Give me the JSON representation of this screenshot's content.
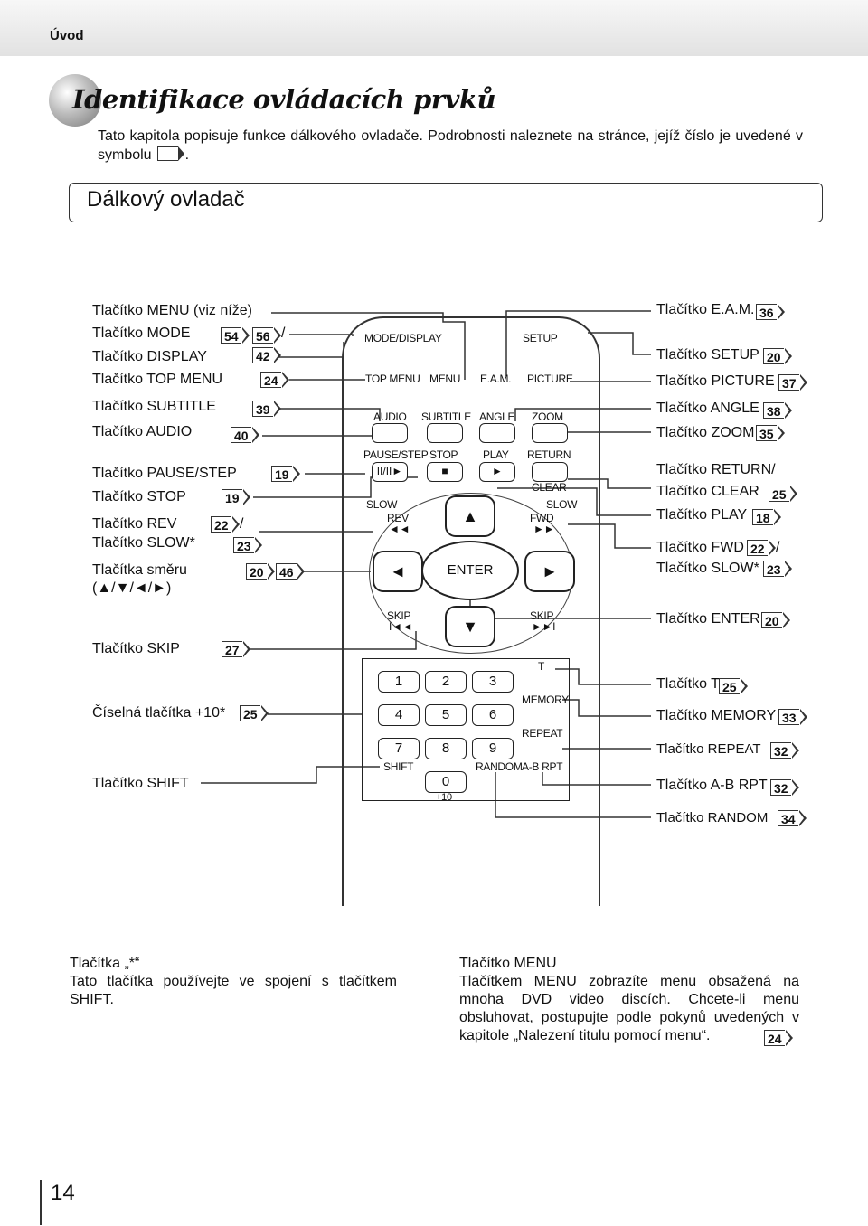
{
  "header": {
    "section": "Úvod"
  },
  "title": "Identifikace ovládacích prvků",
  "intro": {
    "before": "Tato kapitola popisuje funkce dálkového ovladače. Podrobnosti naleznete na stránce, jejíž číslo je uvedené v symbolu",
    "after": "."
  },
  "section_title": "Dálkový ovladač",
  "left_labels": {
    "menu": "Tlačítko  MENU  (viz  níže)",
    "mode": "Tlačítko  MODE",
    "display": "Tlačítko  DISPLAY",
    "top_menu": "Tlačítko  TOP  MENU",
    "subtitle": "Tlačítko  SUBTITLE",
    "audio": "Tlačítko  AUDIO",
    "pause_step": "Tlačítko  PAUSE/STEP",
    "stop": "Tlačítko  STOP",
    "rev": "Tlačítko  REV",
    "slow": "Tlačítko  SLOW*",
    "arrows": "Tlačítka  směru",
    "arrows_sub": "(▲/▼/◄/►)",
    "skip": "Tlačítko  SKIP",
    "numeric": "Číselná  tlačítka  +10*",
    "shift": "Tlačítko  SHIFT"
  },
  "right_labels": {
    "eam": "Tlačítko  E.A.M.",
    "setup": "Tlačítko  SETUP",
    "picture": "Tlačítko  PICTURE",
    "angle": "Tlačítko  ANGLE",
    "zoom": "Tlačítko  ZOOM",
    "return": "Tlačítko  RETURN/",
    "clear": "Tlačítko  CLEAR",
    "play": "Tlačítko  PLAY",
    "fwd": "Tlačítko  FWD",
    "slow": "Tlačítko  SLOW*",
    "enter": "Tlačítko  ENTER",
    "t": "Tlačítko  T",
    "memory": "Tlačítko  MEMORY",
    "repeat": "Tlačítko  REPEAT",
    "ab": "Tlačítko  A-B  RPT",
    "random": "Tlačítko  RANDOM"
  },
  "pages": {
    "mode1": "54",
    "mode2": "56",
    "display": "42",
    "top_menu": "24",
    "subtitle": "39",
    "audio": "40",
    "pause": "19",
    "stop": "19",
    "rev": "22",
    "slow": "23",
    "arr1": "20",
    "arr2": "46",
    "skip": "27",
    "numeric": "25",
    "eam": "36",
    "setup": "20",
    "picture": "37",
    "angle": "38",
    "zoom": "35",
    "clear": "25",
    "play": "18",
    "fwd": "22",
    "slow_r": "23",
    "enter": "20",
    "t": "25",
    "memory": "33",
    "repeat": "32",
    "ab": "32",
    "random": "34",
    "menu_note": "24"
  },
  "slash": "/",
  "remote": {
    "mode_display": "MODE/DISPLAY",
    "setup": "SETUP",
    "top_menu": "TOP MENU",
    "menu": "MENU",
    "eam": "E.A.M.",
    "picture": "PICTURE",
    "audio": "AUDIO",
    "subtitle": "SUBTITLE",
    "angle": "ANGLE",
    "zoom": "ZOOM",
    "pause_step": "PAUSE/STEP",
    "stop": "STOP",
    "play": "PLAY",
    "return": "RETURN",
    "clear": "CLEAR",
    "slow_l": "SLOW",
    "slow_r": "SLOW",
    "rev": "REV",
    "fwd": "FWD",
    "enter": "ENTER",
    "skip_l": "SKIP",
    "skip_r": "SKIP",
    "t": "T",
    "memory": "MEMORY",
    "repeat": "REPEAT",
    "shift": "SHIFT",
    "random": "RANDOM",
    "ab_rpt": "A-B RPT",
    "plus10": "+10",
    "digits": [
      "1",
      "2",
      "3",
      "4",
      "5",
      "6",
      "7",
      "8",
      "9",
      "0"
    ],
    "pause_glyph": "II/II►",
    "stop_glyph": "■",
    "play_glyph": "►",
    "up_glyph": "▲",
    "down_glyph": "▼",
    "left_glyph": "◄",
    "right_glyph": "►",
    "rev_glyph": "◄◄",
    "fwd_glyph": "►►",
    "skip_l_glyph": "I◄◄",
    "skip_r_glyph": "►►I"
  },
  "notes": {
    "left_title": "Tlačítka „*“",
    "left_body": "Tato tlačítka používejte ve spojení s tlačítkem SHIFT.",
    "right_title": "Tlačítko MENU",
    "right_body": "Tlačítkem MENU zobrazíte menu obsažená na mnoha DVD video discích. Chcete-li menu obsluhovat, postupujte podle pokynů uvedených v kapitole „Nalezení titulu pomocí menu“."
  },
  "page_number": "14"
}
